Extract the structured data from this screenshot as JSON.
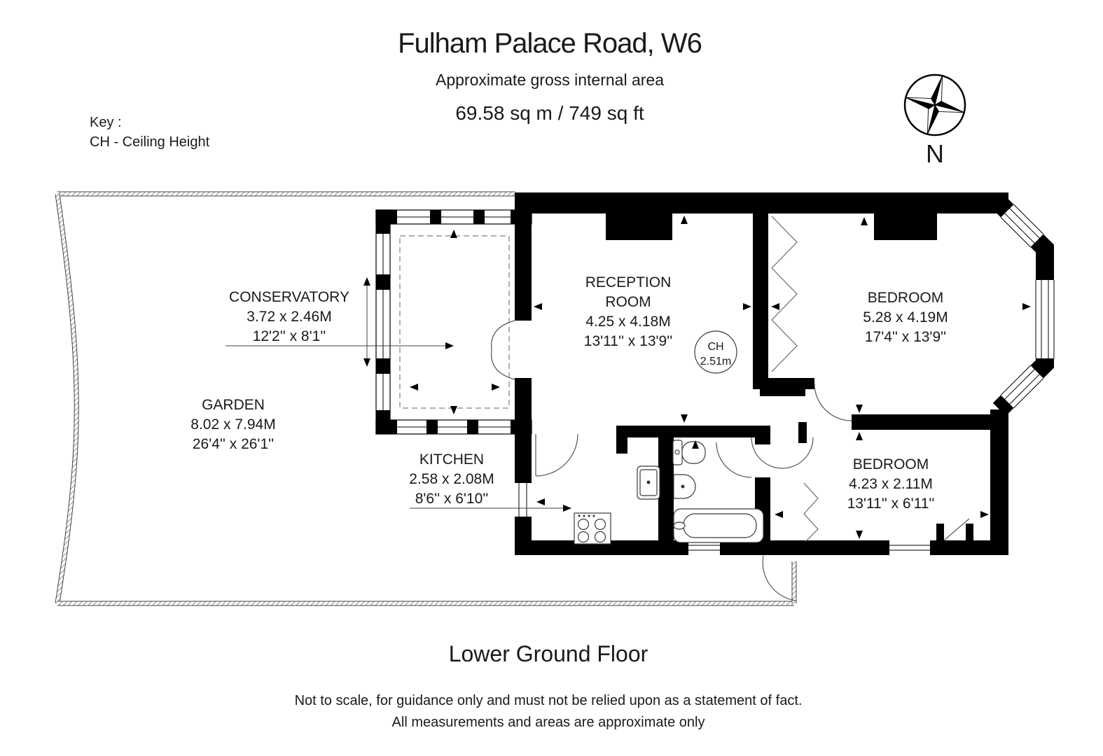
{
  "header": {
    "title": "Fulham Palace Road, W6",
    "subtitle": "Approximate gross internal area",
    "area": "69.58 sq m /  749 sq ft",
    "key_label": "Key :",
    "key_item": "CH - Ceiling Height",
    "compass_label": "N"
  },
  "rooms": [
    {
      "name": "CONSERVATORY",
      "metric": "3.72 x 2.46M",
      "imperial": "12'2'' x 8'1''"
    },
    {
      "name": "GARDEN",
      "metric": "8.02 x 7.94M",
      "imperial": "26'4'' x 26'1''"
    },
    {
      "name": "RECEPTION ROOM",
      "name_line1": "RECEPTION",
      "name_line2": "ROOM",
      "metric": "4.25 x 4.18M",
      "imperial": "13'11'' x 13'9''"
    },
    {
      "name": "BEDROOM",
      "metric": "5.28 x 4.19M",
      "imperial": "17'4'' x 13'9''"
    },
    {
      "name": "KITCHEN",
      "metric": "2.58 x 2.08M",
      "imperial": "8'6'' x 6'10''"
    },
    {
      "name": "BEDROOM",
      "metric": "4.23 x 2.11M",
      "imperial": "13'11'' x 6'11''"
    }
  ],
  "ceiling_height": {
    "label": "CH",
    "value": "2.51m"
  },
  "footer": {
    "floor_label": "Lower Ground Floor",
    "disclaimer1": "Not to scale, for guidance only and must not be relied upon as a statement of fact.",
    "disclaimer2": "All measurements and areas are approximate only"
  },
  "colors": {
    "wall": "#000000",
    "line": "#555555",
    "dash": "#999999"
  }
}
